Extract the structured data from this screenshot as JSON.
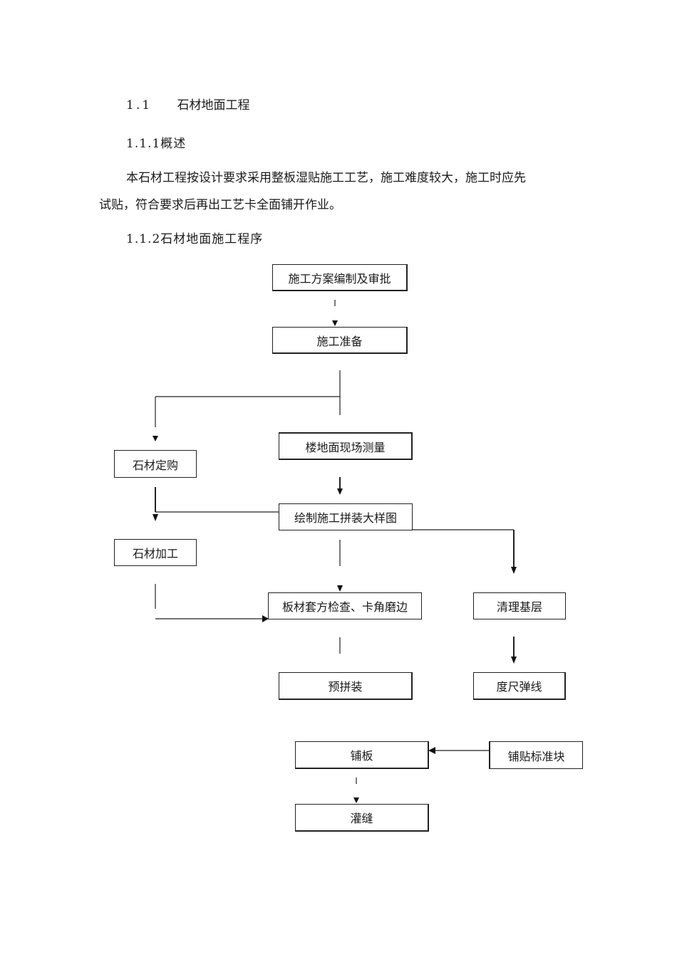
{
  "heading": {
    "number": "1.1",
    "title": "石材地面工程"
  },
  "section1": {
    "heading": "1.1.1概述"
  },
  "paragraph": {
    "line1": "本石材工程按设计要求采用整板湿贴施工工艺，施工难度较大，施工时应先",
    "line2": "试贴，符合要求后再出工艺卡全面铺开作业。"
  },
  "section2": {
    "heading": "1.1.2石材地面施工程序"
  },
  "flowchart": {
    "steps": {
      "plan_approval": "施工方案编制及审批",
      "preparation": "施工准备",
      "site_survey": "楼地面现场测量",
      "stone_order": "石材定购",
      "draw_layout": "绘制施工拼装大样图",
      "stone_processing": "石材加工",
      "panel_check": "板材套方检查、卡角磨边",
      "clean_base": "清理基层",
      "pre_assembly": "预拼装",
      "snap_line": "度尺弹线",
      "lay_slab": "铺板",
      "standard_block": "铺贴标准块",
      "grouting": "灌缝"
    }
  }
}
